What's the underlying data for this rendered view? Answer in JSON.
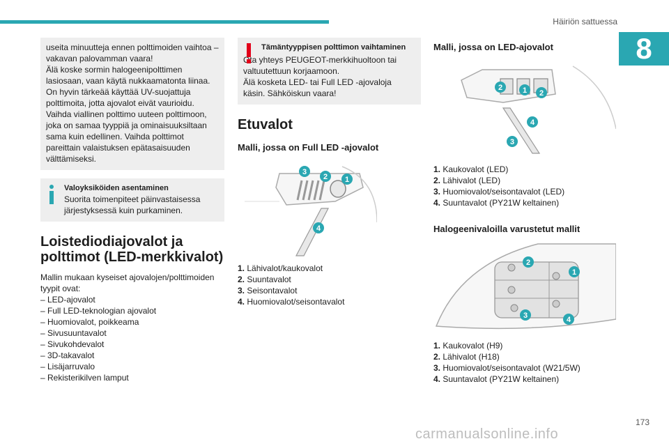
{
  "header": {
    "section_title": "Häiriön sattuessa",
    "chapter_number": "8",
    "accent_color": "#2aa7b2"
  },
  "col1": {
    "warning_continuation": [
      "useita minuutteja ennen polttimoiden vaihtoa – vakavan palovamman vaara!",
      "Älä koske sormin halogeenipolttimen lasiosaan, vaan käytä nukkaamatonta liinaa.",
      "On hyvin tärkeää käyttää UV-suojattuja polttimoita, jotta ajovalot eivät vaurioidu.",
      "Vaihda viallinen polttimo uuteen polttimoon, joka on samaa tyyppiä ja ominaisuuksiltaan sama kuin edellinen. Vaihda polttimot pareittain valaistuksen epätasaisuuden välttämiseksi."
    ],
    "info_box": {
      "title": "Valoyksiköiden asentaminen",
      "text": "Suorita toimenpiteet päinvastaisessa järjestyksessä kuin purkaminen."
    },
    "heading": "Loistediodiajovalot ja polttimot (LED-merkkivalot)",
    "intro": "Mallin mukaan kyseiset ajovalojen/polttimoiden tyypit ovat:",
    "items": [
      "– LED-ajovalot",
      "– Full LED-teknologian ajovalot",
      "– Huomiovalot, poikkeama",
      "– Sivusuuntavalot",
      "– Sivukohdevalot",
      "– 3D-takavalot",
      "– Lisäjarruvalo",
      "– Rekisterikilven lamput"
    ]
  },
  "col2": {
    "warning_box": {
      "title": "Tämäntyyppisen polttimon vaihtaminen",
      "lines": [
        "Ota yhteys PEUGEOT-merkkihuoltoon tai valtuutettuun korjaamoon.",
        "Älä kosketa LED- tai Full LED -ajovaloja käsin. Sähköiskun vaara!"
      ]
    },
    "heading": "Etuvalot",
    "subheading": "Malli, jossa on Full LED -ajovalot",
    "legend": [
      {
        "num": "1.",
        "text": "Lähivalot/kaukovalot"
      },
      {
        "num": "2.",
        "text": "Suuntavalot"
      },
      {
        "num": "3.",
        "text": "Seisontavalot"
      },
      {
        "num": "4.",
        "text": "Huomiovalot/seisontavalot"
      }
    ]
  },
  "col3": {
    "subheading_led": "Malli, jossa on LED-ajovalot",
    "legend_led": [
      {
        "num": "1.",
        "text": "Kaukovalot (LED)"
      },
      {
        "num": "2.",
        "text": "Lähivalot (LED)"
      },
      {
        "num": "3.",
        "text": "Huomiovalot/seisontavalot (LED)"
      },
      {
        "num": "4.",
        "text": "Suuntavalot (PY21W keltainen)"
      }
    ],
    "subheading_halogen": "Halogeenivaloilla varustetut mallit",
    "legend_halogen": [
      {
        "num": "1.",
        "text": "Kaukovalot (H9)"
      },
      {
        "num": "2.",
        "text": "Lähivalot (H18)"
      },
      {
        "num": "3.",
        "text": "Huomiovalot/seisontavalot (W21/5W)"
      },
      {
        "num": "4.",
        "text": "Suuntavalot (PY21W keltainen)"
      }
    ]
  },
  "illustrations": {
    "full_led_badges": [
      "3",
      "2",
      "1",
      "4"
    ],
    "led_badges": [
      "2",
      "1",
      "2",
      "4",
      "3"
    ],
    "halogen_badges": [
      "2",
      "1",
      "3",
      "4"
    ],
    "badge_color": "#2aa7b2"
  },
  "footer": {
    "page_number": "173",
    "watermark": "carmanualsonline.info"
  }
}
